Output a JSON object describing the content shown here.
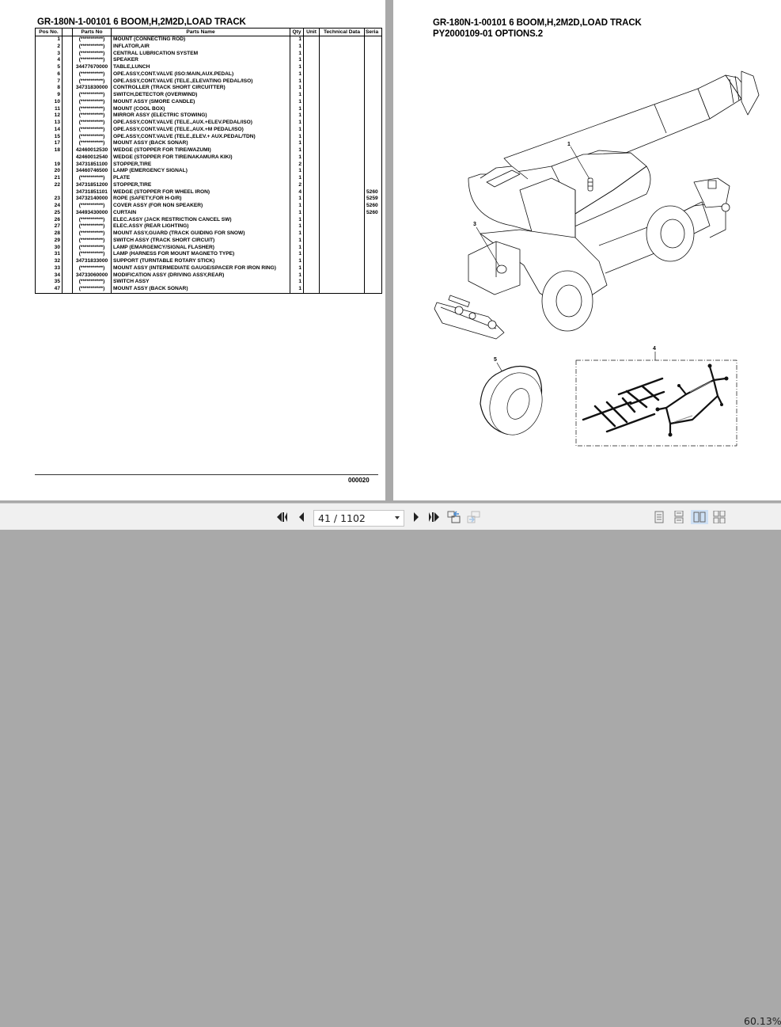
{
  "left_page": {
    "title": "GR-180N-1-00101 6 BOOM,H,2M2D,LOAD TRACK",
    "columns": [
      "Pos No.",
      "",
      "Parts No",
      "Parts Name",
      "Qty",
      "Unit",
      "Technical Data",
      "Seria"
    ],
    "rows": [
      {
        "pos": "1",
        "part_no": "(***********)",
        "name": "MOUNT (CONNECTING ROD)",
        "qty": "1",
        "serial": ""
      },
      {
        "pos": "2",
        "part_no": "(***********)",
        "name": "INFLATOR,AIR",
        "qty": "1",
        "serial": ""
      },
      {
        "pos": "3",
        "part_no": "(***********)",
        "name": "CENTRAL LUBRICATION SYSTEM",
        "qty": "1",
        "serial": ""
      },
      {
        "pos": "4",
        "part_no": "(***********)",
        "name": "SPEAKER",
        "qty": "1",
        "serial": ""
      },
      {
        "pos": "5",
        "part_no": "34477670000",
        "name": "TABLE,LUNCH",
        "qty": "1",
        "serial": ""
      },
      {
        "pos": "6",
        "part_no": "(***********)",
        "name": "OPE.ASSY,CONT.VALVE (ISO:MAIN,AUX.PEDAL)",
        "qty": "1",
        "serial": ""
      },
      {
        "pos": "7",
        "part_no": "(***********)",
        "name": "OPE.ASSY,CONT.VALVE (TELE.,ELEVATING PEDAL/ISO)",
        "qty": "1",
        "serial": ""
      },
      {
        "pos": "8",
        "part_no": "34731830000",
        "name": "CONTROLLER (TRACK SHORT CIRCUITTER)",
        "qty": "1",
        "serial": ""
      },
      {
        "pos": "9",
        "part_no": "(***********)",
        "name": "SWITCH,DETECTOR (OVERWIND)",
        "qty": "1",
        "serial": ""
      },
      {
        "pos": "10",
        "part_no": "(***********)",
        "name": "MOUNT ASSY (SMORE CANDLE)",
        "qty": "1",
        "serial": ""
      },
      {
        "pos": "11",
        "part_no": "(***********)",
        "name": "MOUNT (COOL BOX)",
        "qty": "1",
        "serial": ""
      },
      {
        "pos": "12",
        "part_no": "(***********)",
        "name": "MIRROR ASSY (ELECTRIC STOWING)",
        "qty": "1",
        "serial": ""
      },
      {
        "pos": "13",
        "part_no": "(***********)",
        "name": "OPE.ASSY,CONT.VALVE (TELE.,AUX.+ELEV.PEDAL/ISO)",
        "qty": "1",
        "serial": ""
      },
      {
        "pos": "14",
        "part_no": "(***********)",
        "name": "OPE.ASSY,CONT.VALVE (TELE.,AUX.+M PEDAL/ISO)",
        "qty": "1",
        "serial": ""
      },
      {
        "pos": "15",
        "part_no": "(***********)",
        "name": "OPE.ASSY,CONT.VALVE (TELE.,ELEV.+ AUX.PEDAL/TDN)",
        "qty": "1",
        "serial": ""
      },
      {
        "pos": "17",
        "part_no": "(***********)",
        "name": "MOUNT ASSY (BACK SONAR)",
        "qty": "1",
        "serial": ""
      },
      {
        "pos": "18",
        "part_no": "42460012530",
        "name": "WEDGE (STOPPER FOR TIRE/WAZUMI)",
        "qty": "1",
        "serial": ""
      },
      {
        "pos": "",
        "part_no": "42460012540",
        "name": "WEDGE (STOPPER FOR TIRE/NAKAMURA KIKI)",
        "qty": "1",
        "serial": ""
      },
      {
        "pos": "19",
        "part_no": "34731851100",
        "name": "STOPPER,TIRE",
        "qty": "2",
        "serial": ""
      },
      {
        "pos": "20",
        "part_no": "34460746500",
        "name": "LAMP (EMERGENCY SIGNAL)",
        "qty": "1",
        "serial": ""
      },
      {
        "pos": "21",
        "part_no": "(***********)",
        "name": "PLATE",
        "qty": "1",
        "serial": ""
      },
      {
        "pos": "22",
        "part_no": "34731851200",
        "name": "STOPPER,TIRE",
        "qty": "2",
        "serial": ""
      },
      {
        "pos": "",
        "part_no": "34731851101",
        "name": "WEDGE (STOPPER FOR WHEEL IRON)",
        "qty": "4",
        "serial": "5260"
      },
      {
        "pos": "23",
        "part_no": "34732140000",
        "name": "ROPE (SAFETY,FOR H-O/R)",
        "qty": "1",
        "serial": "5259"
      },
      {
        "pos": "24",
        "part_no": "(***********)",
        "name": "COVER ASSY (FOR NON SPEAKER)",
        "qty": "1",
        "serial": "5260"
      },
      {
        "pos": "25",
        "part_no": "34493430000",
        "name": "CURTAIN",
        "qty": "1",
        "serial": "5260"
      },
      {
        "pos": "26",
        "part_no": "(***********)",
        "name": "ELEC.ASSY (JACK RESTRICTION CANCEL SW)",
        "qty": "1",
        "serial": ""
      },
      {
        "pos": "27",
        "part_no": "(***********)",
        "name": "ELEC.ASSY (REAR LIGHTING)",
        "qty": "1",
        "serial": ""
      },
      {
        "pos": "28",
        "part_no": "(***********)",
        "name": "MOUNT ASSY,GUARD (TRACK GUIDING FOR SNOW)",
        "qty": "1",
        "serial": ""
      },
      {
        "pos": "29",
        "part_no": "(***********)",
        "name": "SWITCH ASSY (TRACK SHORT CIRCUIT)",
        "qty": "1",
        "serial": ""
      },
      {
        "pos": "30",
        "part_no": "(***********)",
        "name": "LAMP (EMARGEMCY/SIGNAL  FLASHER)",
        "qty": "1",
        "serial": ""
      },
      {
        "pos": "31",
        "part_no": "(***********)",
        "name": "LAMP (HARNESS FOR MOUNT MAGNETO TYPE)",
        "qty": "1",
        "serial": ""
      },
      {
        "pos": "32",
        "part_no": "34731833000",
        "name": "SUPPORT (TURNTABLE ROTARY STICK)",
        "qty": "1",
        "serial": ""
      },
      {
        "pos": "33",
        "part_no": "(***********)",
        "name": "MOUNT ASSY (INTERMEDIATE GAUGE/SPACER FOR IRON RING)",
        "qty": "1",
        "serial": ""
      },
      {
        "pos": "34",
        "part_no": "34733060000",
        "name": "MODIFICATION ASSY (DRIVING ASSY,REAR)",
        "qty": "1",
        "serial": ""
      },
      {
        "pos": "35",
        "part_no": "(***********)",
        "name": "SWITCH ASSY",
        "qty": "1",
        "serial": ""
      },
      {
        "pos": "47",
        "part_no": "(***********)",
        "name": "MOUNT ASSY (BACK SONAR)",
        "qty": "1",
        "serial": ""
      }
    ],
    "footer_code": "000020"
  },
  "right_page": {
    "title_line1": "GR-180N-1-00101 6 BOOM,H,2M2D,LOAD TRACK",
    "title_line2": "PY2000109-01 OPTIONS.2",
    "callouts": {
      "c1": "1",
      "c3": "3",
      "c4": "4",
      "c5": "5"
    }
  },
  "toolbar": {
    "first_page_icon": "first-page-icon",
    "prev_page_icon": "prev-page-icon",
    "page_indicator": "41 / 1102",
    "next_page_icon": "next-page-icon",
    "last_page_icon": "last-page-icon",
    "zoom_level": "60.13%",
    "colors": {
      "active_view_bg": "#cde0f5",
      "icon_gray": "#6b6b6b",
      "icon_blue": "#4a8bd0"
    }
  }
}
